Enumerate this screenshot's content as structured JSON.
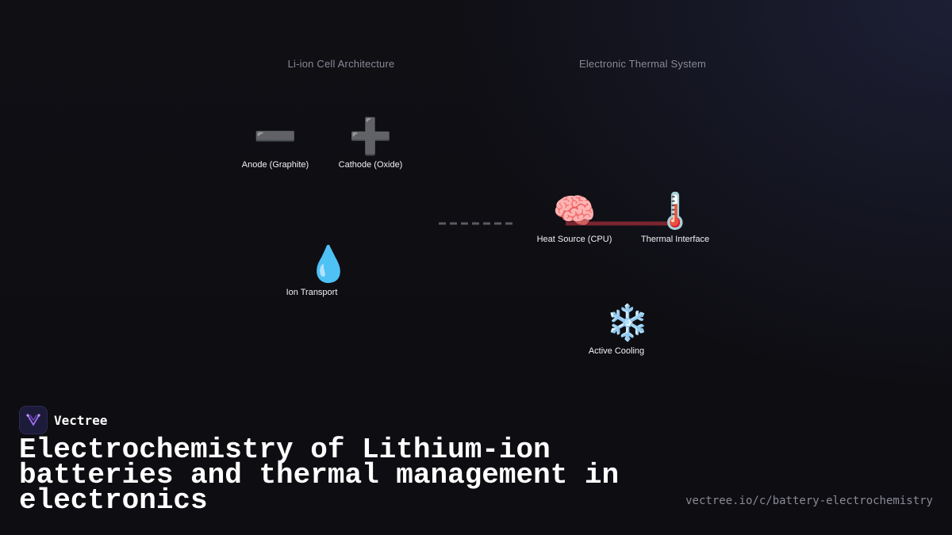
{
  "sections": {
    "left": "Li-ion Cell Architecture",
    "right": "Electronic Thermal System"
  },
  "nodes": {
    "anode": {
      "icon": "➖",
      "label": "Anode (Graphite)"
    },
    "cathode": {
      "icon": "➕",
      "label": "Cathode (Oxide)"
    },
    "ion": {
      "icon": "💧",
      "label": "Ion Transport"
    },
    "heat": {
      "icon": "🧠",
      "label": "Heat Source (CPU)"
    },
    "thermal": {
      "icon": "🌡️",
      "label": "Thermal Interface"
    },
    "cooling": {
      "icon": "❄️",
      "label": "Active Cooling"
    }
  },
  "colors": {
    "heat_link": "#7a2530",
    "dashed_link": "#5a5a62",
    "logo_accent": "#a06cf0"
  },
  "brand": {
    "name": "Vectree"
  },
  "title": "Electrochemistry of Lithium-ion batteries and thermal management in electronics",
  "url": "vectree.io/c/battery-electrochemistry"
}
